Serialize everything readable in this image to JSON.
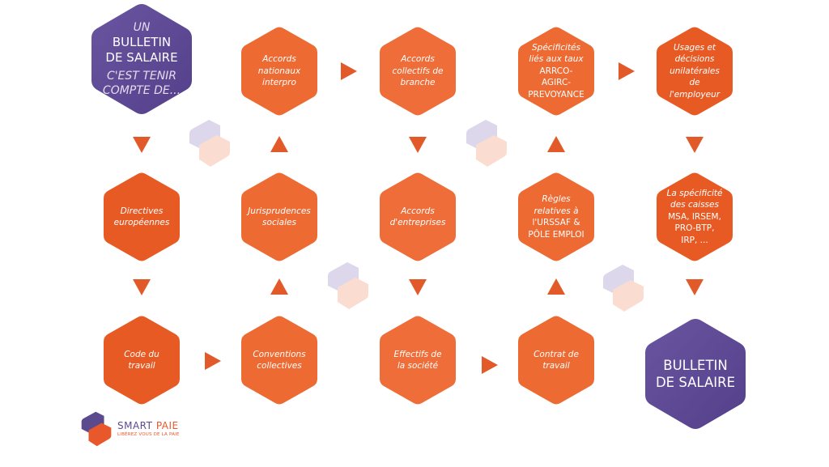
{
  "colors": {
    "orange": "#ee6a33",
    "orange_dark": "#e85a24",
    "purple": "#5e4890",
    "arrow": "#e2592a",
    "text_light": "#e3dcee"
  },
  "start_node": {
    "line1": "UN",
    "line2a": "BULLETIN",
    "line2b": "DE SALAIRE",
    "line3a": "C'EST TENIR",
    "line3b": "COMPTE DE..."
  },
  "nodes": {
    "directives": [
      "Directives",
      "européennes"
    ],
    "code_travail": [
      "Code du",
      "travail"
    ],
    "conventions": [
      "Conventions",
      "collectives"
    ],
    "jurisprudences": [
      "Jurisprudences",
      "sociales"
    ],
    "accords_nationaux": [
      "Accords",
      "nationaux",
      "interpro"
    ],
    "accords_branche": [
      "Accords",
      "collectifs de",
      "branche"
    ],
    "accords_entreprises": [
      "Accords",
      "d'entreprises"
    ],
    "effectifs": [
      "Effectifs de",
      "la société"
    ],
    "contrat": [
      "Contrat de",
      "travail"
    ],
    "regles_urssaf": [
      "Règles",
      "relatives à",
      "l'URSSAF &",
      "PÔLE EMPLOI"
    ],
    "specificites_arrco": [
      "Spécificités",
      "liés aux taux",
      "ARRCO-",
      "AGIRC-",
      "PREVOYANCE"
    ],
    "usages": [
      "Usages et",
      "décisions",
      "unilatérales",
      "de",
      "l'employeur"
    ],
    "caisses": [
      "La spécificité",
      "des caisses",
      "MSA, IRSEM,",
      "PRO-BTP,",
      "IRP, ..."
    ]
  },
  "end_node": {
    "line1": "BULLETIN",
    "line2": "DE SALAIRE"
  },
  "brand": {
    "name_part1": "SMART",
    "name_part2": "PAIE",
    "tagline": "LIBÉREZ VOUS DE LA PAIE"
  }
}
